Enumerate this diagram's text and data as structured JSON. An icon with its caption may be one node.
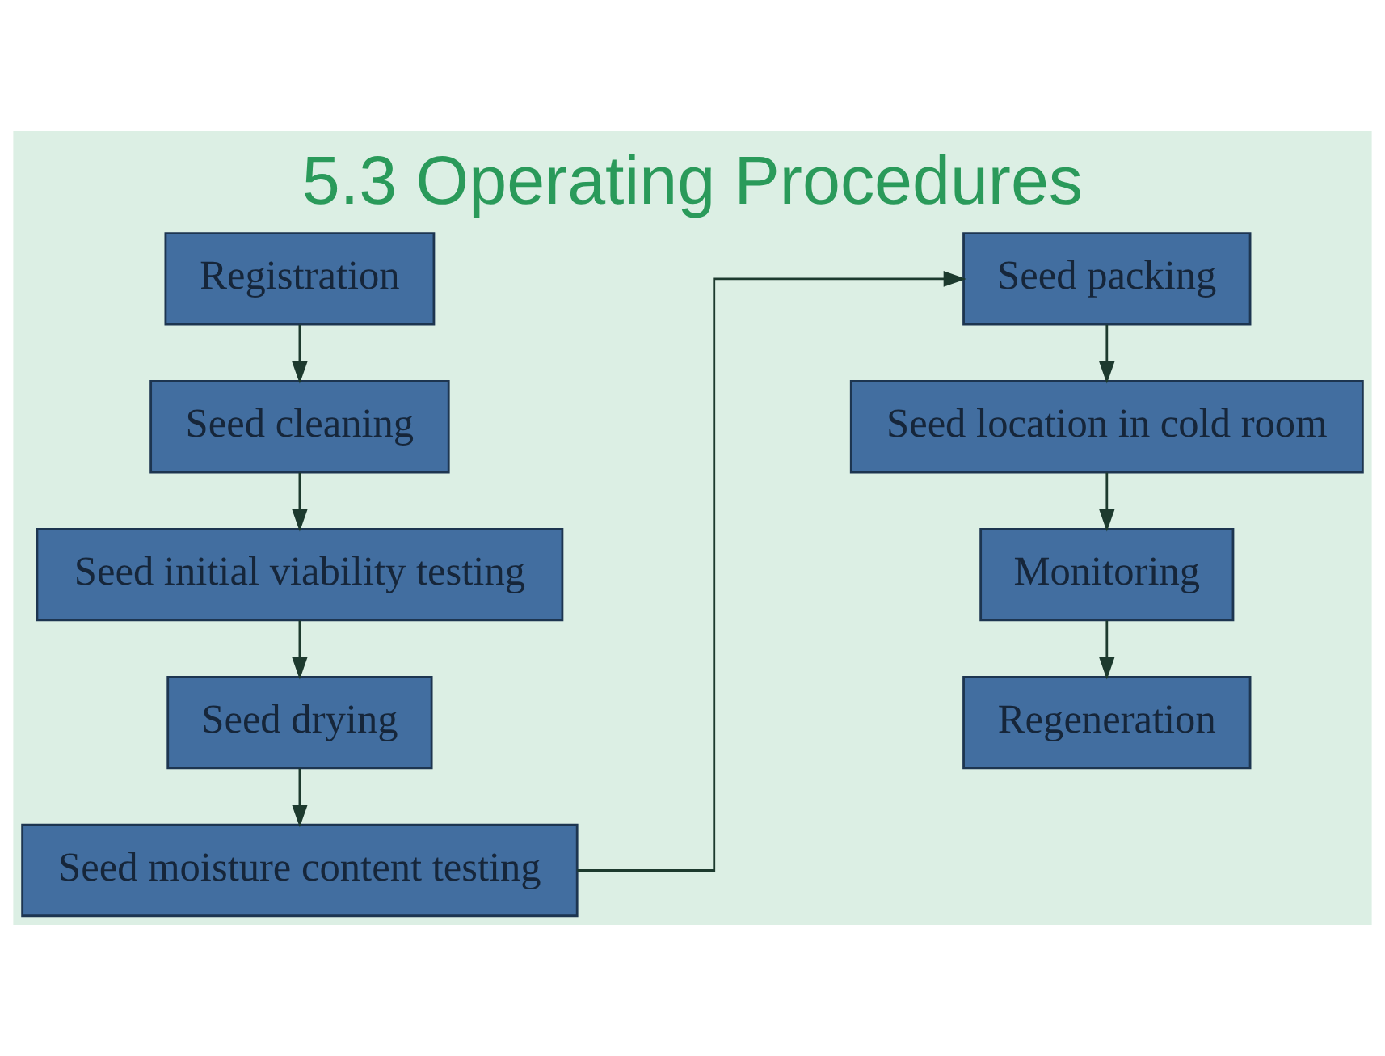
{
  "diagram": {
    "title": "5.3 Operating Procedures",
    "nodes": [
      {
        "text": [
          "Registration"
        ]
      },
      {
        "text": [
          "Seed cleaning"
        ]
      },
      {
        "text": [
          "Seed initial viability testing"
        ]
      },
      {
        "text": [
          "Seed drying"
        ]
      },
      {
        "text": [
          "Seed moisture content testing"
        ]
      },
      {
        "text": [
          "Seed packing"
        ]
      },
      {
        "text": [
          "Seed location in cold room"
        ]
      },
      {
        "text": [
          "Monitoring"
        ]
      },
      {
        "text": [
          "Regeneration"
        ]
      }
    ],
    "edges": [
      {
        "from": 0,
        "to": 1,
        "arrow": "to"
      },
      {
        "from": 1,
        "to": 2,
        "arrow": "to"
      },
      {
        "from": 2,
        "to": 3,
        "arrow": "to"
      },
      {
        "from": 3,
        "to": 4,
        "arrow": "to"
      },
      {
        "from": 4,
        "to": 5,
        "arrow": "to"
      },
      {
        "from": 5,
        "to": 6,
        "arrow": "to"
      },
      {
        "from": 6,
        "to": 7,
        "arrow": "to"
      },
      {
        "from": 7,
        "to": 8,
        "arrow": "to"
      }
    ]
  }
}
